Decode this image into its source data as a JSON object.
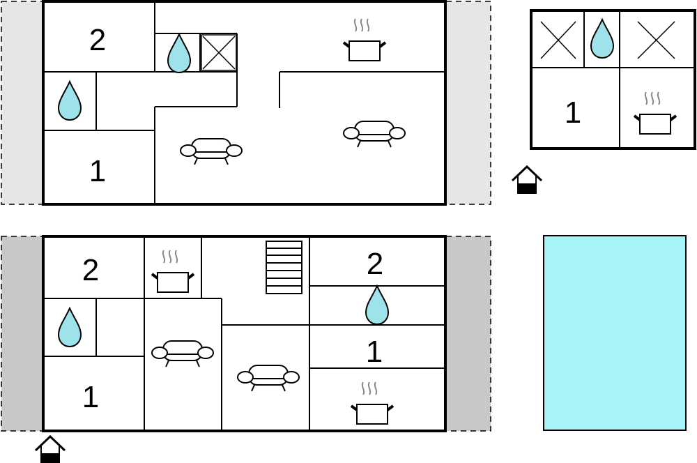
{
  "colors": {
    "water": "#9fe3ea",
    "pool": "#a6f4f7",
    "terrace_light": "#e6e6e6",
    "terrace_dark": "#c8c8c8",
    "wall": "#000000"
  },
  "icons": {
    "bathroom": "water-drop-icon",
    "kitchen": "cooking-pot-icon",
    "living": "sofa-icon",
    "bed": "cross-icon",
    "stairs": "stairs-icon",
    "entrance": "house-entrance-icon"
  },
  "rooms": {
    "top_bedroom_a": "2",
    "top_bedroom_b": "1",
    "annex_bedroom": "1",
    "bottom_bedroom_a": "2",
    "bottom_bedroom_b": "1",
    "bottom_right_bedroom_a": "2",
    "bottom_right_bedroom_b": "1"
  }
}
